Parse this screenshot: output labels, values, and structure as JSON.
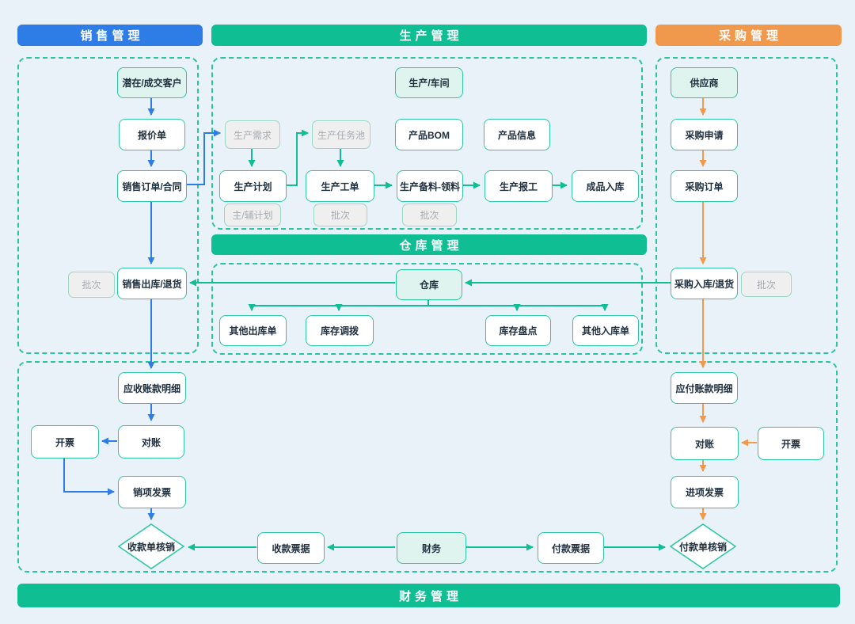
{
  "headers": {
    "sales": "销售管理",
    "production": "生产管理",
    "purchase": "采购管理",
    "warehouse": "仓库管理",
    "finance": "财务管理"
  },
  "colors": {
    "sales_flow": "#2e7de6",
    "production_flow": "#0fbe93",
    "purchase_flow": "#f2994a",
    "header_blue": "#2e7de6",
    "header_teal": "#0fbe93",
    "header_orange": "#f0984b",
    "canvas_bg": "#e9f1f9",
    "node_border": "#2ec7a3",
    "node_highlight_bg": "#dff4ee",
    "tag_bg": "#efefef",
    "dashed_border": "#29c3a0"
  },
  "nodes": {
    "customer": {
      "label": "潜在/成交客户"
    },
    "quote": {
      "label": "报价单"
    },
    "sales_order": {
      "label": "销售订单/合同"
    },
    "batch_sales": {
      "label": "批次"
    },
    "sales_out": {
      "label": "销售出库/退货"
    },
    "workshop": {
      "label": "生产/车间"
    },
    "prod_demand": {
      "label": "生产需求"
    },
    "prod_task_pool": {
      "label": "生产任务池"
    },
    "product_bom": {
      "label": "产品BOM"
    },
    "product_info": {
      "label": "产品信息"
    },
    "prod_plan": {
      "label": "生产计划"
    },
    "main_aux_plan": {
      "label": "主/辅计划"
    },
    "prod_workorder": {
      "label": "生产工单"
    },
    "batch_workorder": {
      "label": "批次"
    },
    "prod_material": {
      "label": "生产备料-领料"
    },
    "batch_material": {
      "label": "批次"
    },
    "prod_report": {
      "label": "生产报工"
    },
    "finished_in": {
      "label": "成品入库"
    },
    "warehouse": {
      "label": "仓库"
    },
    "other_out": {
      "label": "其他出库单"
    },
    "stock_transfer": {
      "label": "库存调拨"
    },
    "stock_count": {
      "label": "库存盘点"
    },
    "other_in": {
      "label": "其他入库单"
    },
    "supplier": {
      "label": "供应商"
    },
    "purchase_request": {
      "label": "采购申请"
    },
    "purchase_order": {
      "label": "采购订单"
    },
    "purchase_in": {
      "label": "采购入库/退货"
    },
    "batch_purchase": {
      "label": "批次"
    },
    "ar_detail": {
      "label": "应收账款明细"
    },
    "invoice_out": {
      "label": "开票"
    },
    "recon_ar": {
      "label": "对账"
    },
    "sales_invoice": {
      "label": "销项发票"
    },
    "receipt_verify": {
      "label": "收款单核销"
    },
    "receipt_bill": {
      "label": "收款票据"
    },
    "finance": {
      "label": "财务"
    },
    "payment_bill": {
      "label": "付款票据"
    },
    "ap_detail": {
      "label": "应付账款明细"
    },
    "recon_ap": {
      "label": "对账"
    },
    "invoice_in": {
      "label": "开票"
    },
    "purchase_invoice": {
      "label": "进项发票"
    },
    "payment_verify": {
      "label": "付款单核销"
    }
  },
  "edges": [
    {
      "from": "customer",
      "to": "quote",
      "color": "#2e7de6"
    },
    {
      "from": "quote",
      "to": "sales_order",
      "color": "#2e7de6"
    },
    {
      "from": "sales_order",
      "to": "sales_out",
      "color": "#2e7de6"
    },
    {
      "from": "sales_order",
      "to": "prod_demand",
      "color": "#2e7de6"
    },
    {
      "from": "sales_out",
      "to": "ar_detail",
      "color": "#2e7de6"
    },
    {
      "from": "ar_detail",
      "to": "recon_ar",
      "color": "#2e7de6"
    },
    {
      "from": "recon_ar",
      "to": "invoice_out",
      "color": "#2e7de6"
    },
    {
      "from": "invoice_out",
      "to": "sales_invoice",
      "color": "#2e7de6"
    },
    {
      "from": "sales_invoice",
      "to": "receipt_verify",
      "color": "#2e7de6"
    },
    {
      "from": "prod_demand",
      "to": "prod_plan",
      "color": "#0fbe93"
    },
    {
      "from": "prod_plan",
      "to": "prod_task_pool",
      "color": "#0fbe93"
    },
    {
      "from": "prod_task_pool",
      "to": "prod_workorder",
      "color": "#0fbe93"
    },
    {
      "from": "prod_workorder",
      "to": "prod_material",
      "color": "#0fbe93"
    },
    {
      "from": "prod_material",
      "to": "prod_report",
      "color": "#0fbe93"
    },
    {
      "from": "prod_report",
      "to": "finished_in",
      "color": "#0fbe93"
    },
    {
      "from": "purchase_in",
      "to": "warehouse",
      "color": "#0fbe93"
    },
    {
      "from": "warehouse",
      "to": "sales_out",
      "color": "#0fbe93"
    },
    {
      "from": "warehouse",
      "to": "other_out",
      "color": "#0fbe93"
    },
    {
      "from": "warehouse",
      "to": "stock_transfer",
      "color": "#0fbe93"
    },
    {
      "from": "warehouse",
      "to": "stock_count",
      "color": "#0fbe93"
    },
    {
      "from": "warehouse",
      "to": "other_in",
      "color": "#0fbe93"
    },
    {
      "from": "finance",
      "to": "receipt_bill",
      "color": "#0fbe93"
    },
    {
      "from": "receipt_bill",
      "to": "receipt_verify",
      "color": "#0fbe93"
    },
    {
      "from": "finance",
      "to": "payment_bill",
      "color": "#0fbe93"
    },
    {
      "from": "payment_bill",
      "to": "payment_verify",
      "color": "#0fbe93"
    },
    {
      "from": "supplier",
      "to": "purchase_request",
      "color": "#f2994a"
    },
    {
      "from": "purchase_request",
      "to": "purchase_order",
      "color": "#f2994a"
    },
    {
      "from": "purchase_order",
      "to": "purchase_in",
      "color": "#f2994a"
    },
    {
      "from": "purchase_in",
      "to": "ap_detail",
      "color": "#f2994a"
    },
    {
      "from": "ap_detail",
      "to": "recon_ap",
      "color": "#f2994a"
    },
    {
      "from": "invoice_in",
      "to": "recon_ap",
      "color": "#f2994a"
    },
    {
      "from": "recon_ap",
      "to": "purchase_invoice",
      "color": "#f2994a"
    },
    {
      "from": "purchase_invoice",
      "to": "payment_verify",
      "color": "#f2994a"
    }
  ]
}
